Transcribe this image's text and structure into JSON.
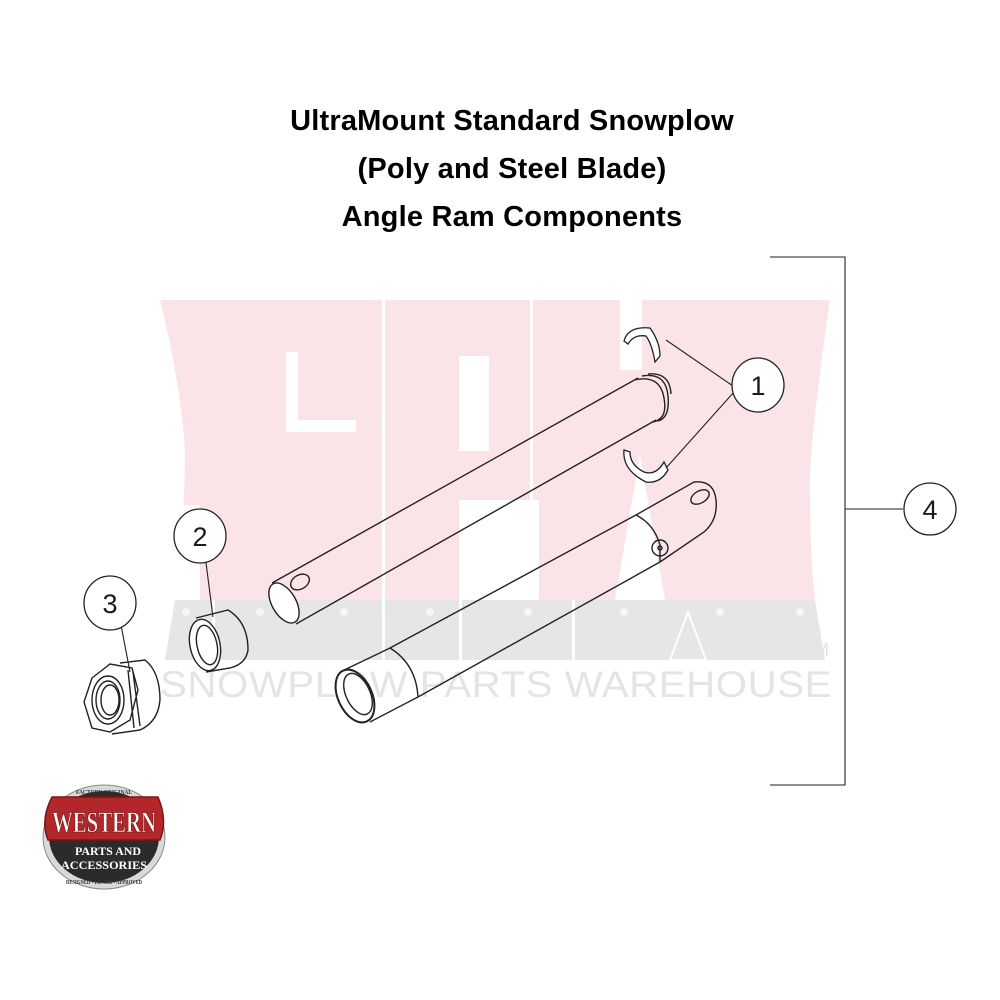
{
  "title": {
    "line1": "UltraMount Standard Snowplow",
    "line2": "(Poly and Steel Blade)",
    "line3": "Angle Ram Components"
  },
  "callouts": [
    {
      "number": "1",
      "part": "retaining-ring-halves"
    },
    {
      "number": "2",
      "part": "bushing-sleeve"
    },
    {
      "number": "3",
      "part": "gland-nut"
    },
    {
      "number": "4",
      "part": "angle-ram-assembly"
    }
  ],
  "watermark": {
    "text": "SNOWPLOW PARTS WAREHOUSE",
    "trademark": "TM",
    "colors": {
      "upper": "#fbe4e8",
      "lower": "#e6e6e6"
    }
  },
  "logo": {
    "top_ring": "FACTORY ORIGINAL",
    "brand": "WESTERN",
    "line1": "PARTS AND",
    "line2": "ACCESSORIES",
    "bottom_ring": "DESIGNED • TESTED • APPROVED",
    "colors": {
      "red": "#b3262a",
      "dark": "#2b2b2b",
      "ring": "#d9d9d9"
    }
  }
}
